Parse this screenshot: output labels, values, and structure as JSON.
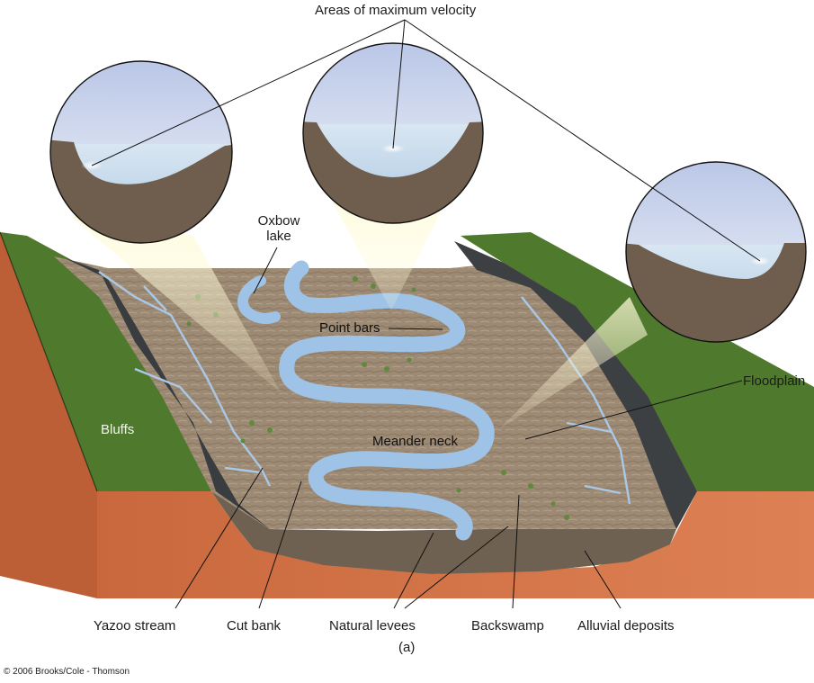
{
  "labels": {
    "top_callout": "Areas of maximum velocity",
    "oxbow_lake": [
      "Oxbow",
      "lake"
    ],
    "point_bars": "Point bars",
    "floodplain": "Floodplain",
    "bluffs": "Bluffs",
    "meander_neck": "Meander neck",
    "yazoo_stream": "Yazoo stream",
    "cut_bank": "Cut bank",
    "natural_levees": "Natural levees",
    "backswamp": "Backswamp",
    "alluvial_deposits": "Alluvial deposits",
    "panel_letter": "(a)"
  },
  "copyright": "© 2006 Brooks/Cole - Thomson",
  "colors": {
    "river_water": "#9ec3e6",
    "floodplain_sediment": "#9b8670",
    "bluff_grass": "#4f7a2e",
    "block_side_orange": "#d8794a",
    "alluvium_brown": "#6f6152",
    "channel_cross_section_soil": "#6f5d4d",
    "sky_gradient_top": "#b9c6e6"
  }
}
